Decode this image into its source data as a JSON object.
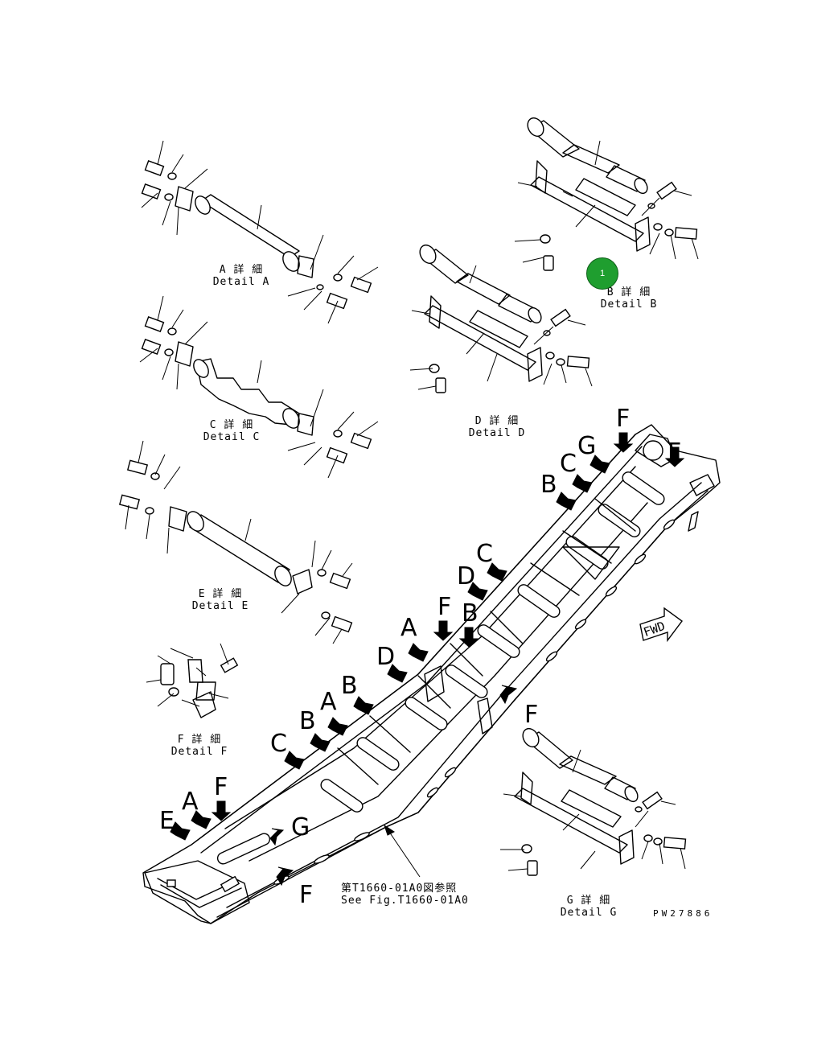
{
  "details": {
    "a": {
      "jp": "A 詳 細",
      "en": "Detail A"
    },
    "b": {
      "jp": "B 詳 細",
      "en": "Detail B"
    },
    "c": {
      "jp": "C 詳 細",
      "en": "Detail C"
    },
    "d": {
      "jp": "D 詳 細",
      "en": "Detail D"
    },
    "e": {
      "jp": "E 詳 細",
      "en": "Detail E"
    },
    "f": {
      "jp": "F 詳 細",
      "en": "Detail F"
    },
    "g": {
      "jp": "G 詳 細",
      "en": "Detail G"
    }
  },
  "callout_letters": [
    {
      "id": "f-top1",
      "text": "F"
    },
    {
      "id": "g-top",
      "text": "G"
    },
    {
      "id": "f-top2",
      "text": "F"
    },
    {
      "id": "c-top",
      "text": "C"
    },
    {
      "id": "b-top",
      "text": "B"
    },
    {
      "id": "c-mid",
      "text": "C"
    },
    {
      "id": "d-mid",
      "text": "D"
    },
    {
      "id": "f-mid",
      "text": "F"
    },
    {
      "id": "b-mid",
      "text": "B"
    },
    {
      "id": "a-mid",
      "text": "A"
    },
    {
      "id": "d-low",
      "text": "D"
    },
    {
      "id": "f-right",
      "text": "F"
    },
    {
      "id": "b-low",
      "text": "B"
    },
    {
      "id": "a-low",
      "text": "A"
    },
    {
      "id": "b-low2",
      "text": "B"
    },
    {
      "id": "c-low",
      "text": "C"
    },
    {
      "id": "a-bottom",
      "text": "A"
    },
    {
      "id": "f-bottom1",
      "text": "F"
    },
    {
      "id": "e-bottom",
      "text": "E"
    },
    {
      "id": "g-bottom",
      "text": "G"
    },
    {
      "id": "f-bottom2",
      "text": "F"
    }
  ],
  "reference": {
    "jp": "第T1660-01A0図参照",
    "en": "See Fig.T1660-01A0"
  },
  "fwd_label": "FWD",
  "marker": {
    "label": "1",
    "color": "#1f9e2f"
  },
  "drawing_number": "PW27886"
}
